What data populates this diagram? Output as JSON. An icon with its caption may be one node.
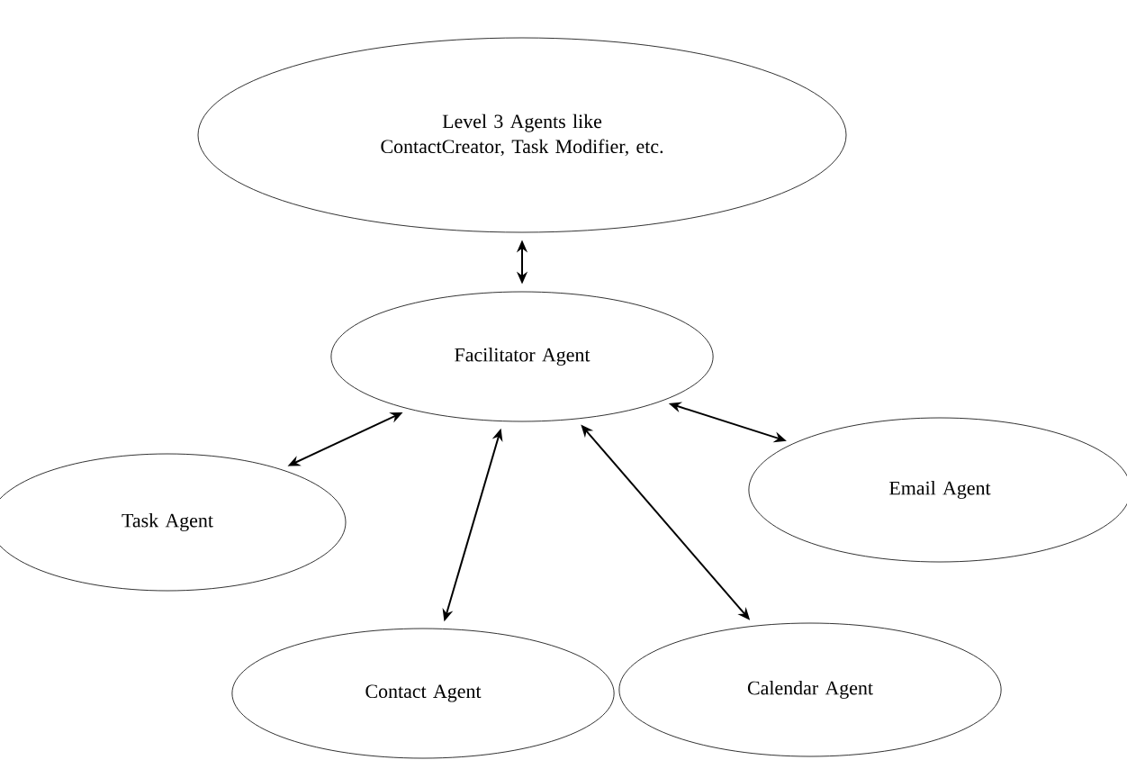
{
  "diagram": {
    "nodes": [
      {
        "text": [
          "Level 3 Agents like ContactCreator, Task Modifier, etc."
        ]
      },
      {
        "text": [
          "Facilitator Agent"
        ]
      },
      {
        "text": [
          "Task Agent"
        ]
      },
      {
        "text": [
          "Email Agent"
        ]
      },
      {
        "text": [
          "Contact Agent"
        ]
      },
      {
        "text": [
          "Calendar Agent"
        ]
      }
    ],
    "edges": [
      {
        "from": 0,
        "to": 1,
        "arrow": "both"
      },
      {
        "from": 1,
        "to": 2,
        "arrow": "both"
      },
      {
        "from": 1,
        "to": 3,
        "arrow": "both"
      },
      {
        "from": 1,
        "to": 4,
        "arrow": "both"
      },
      {
        "from": 1,
        "to": 5,
        "arrow": "both"
      }
    ]
  }
}
